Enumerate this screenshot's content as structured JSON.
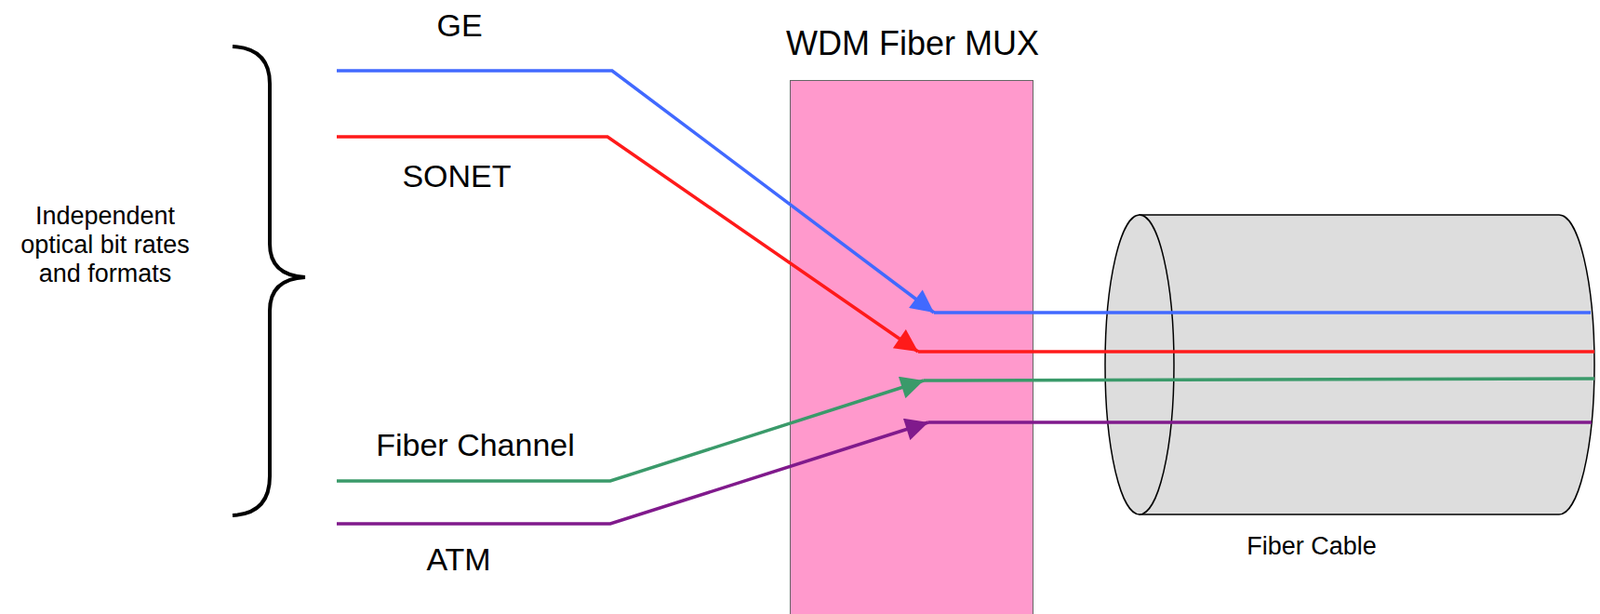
{
  "diagram": {
    "nodes": [
      {
        "text": [
          "WDM Fiber MUX"
        ]
      },
      {
        "text": [
          "Fiber Cable"
        ]
      }
    ],
    "labels": [
      "GE",
      "SONET",
      "Independent optical bit rates and formats",
      "Fiber Channel",
      "ATM"
    ]
  }
}
